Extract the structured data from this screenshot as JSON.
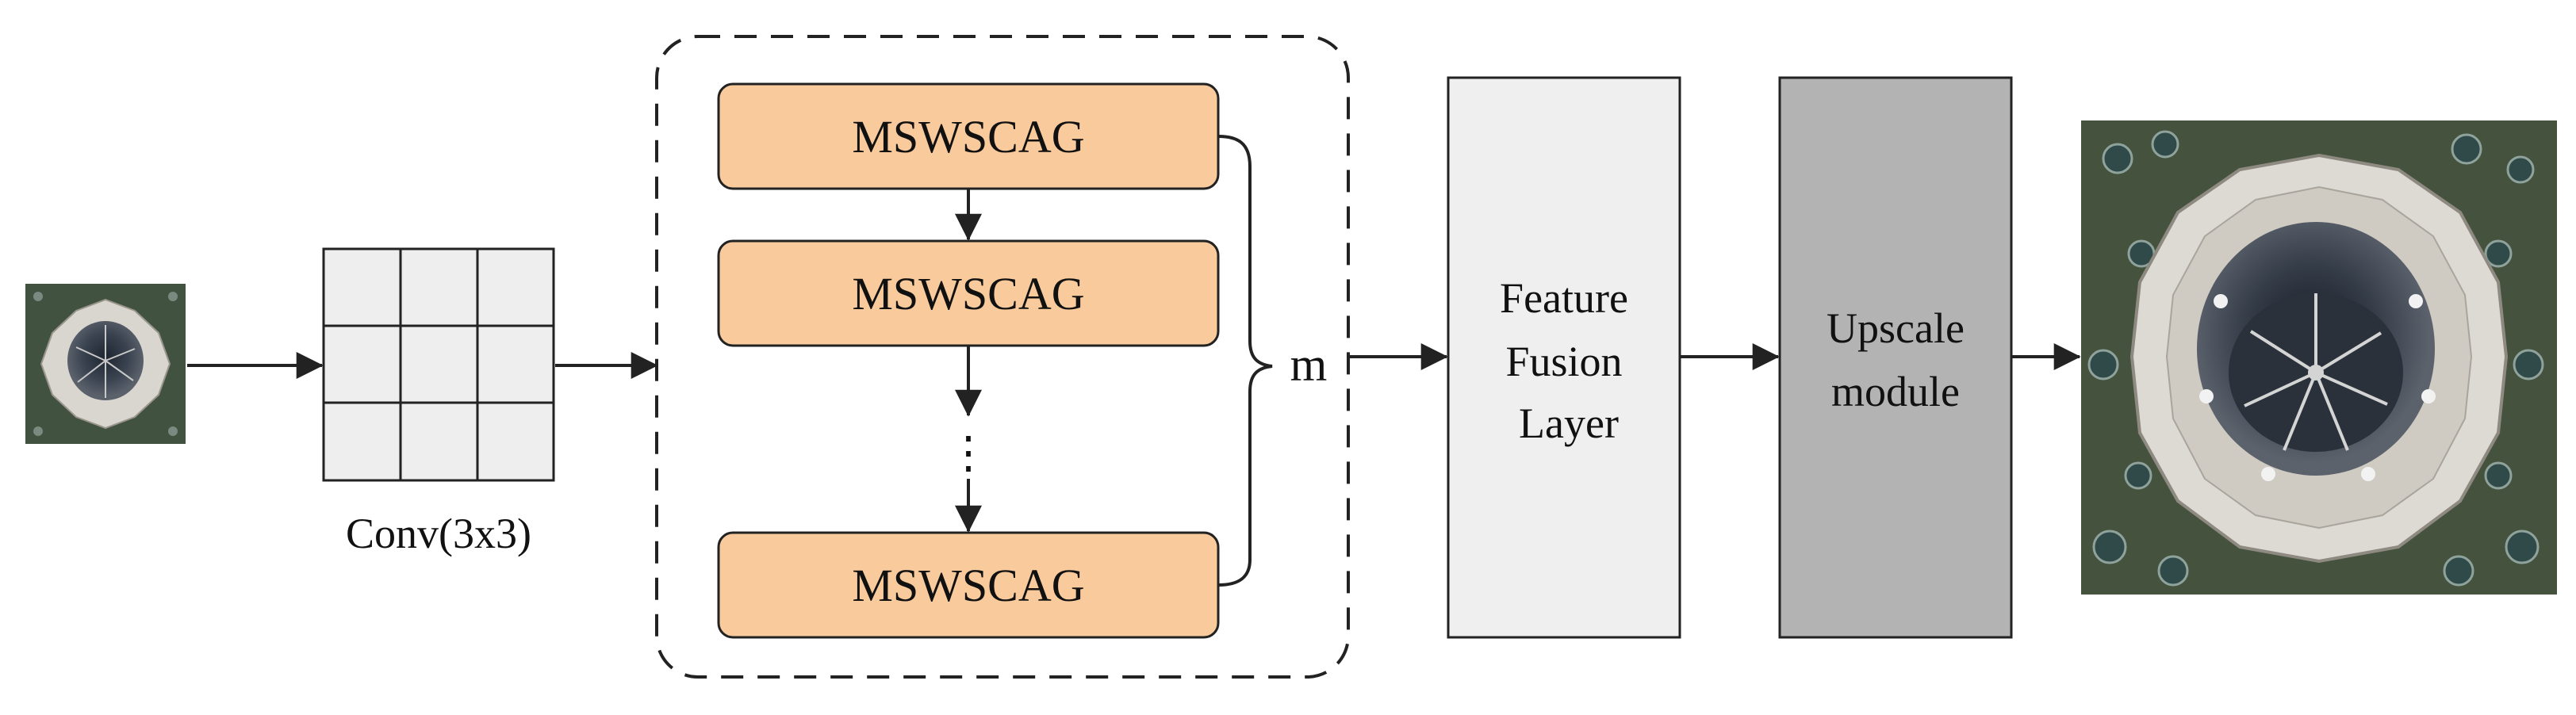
{
  "colors": {
    "stroke": "#222222",
    "block_fill": "#F9CB9C",
    "grid_fill": "#EEEEEE",
    "fusion_fill": "#EFEFEF",
    "upscale_fill": "#B3B3B3"
  },
  "conv": {
    "label": "Conv(3x3)"
  },
  "group": {
    "blocks": [
      "MSWSCAG",
      "MSWSCAG",
      "MSWSCAG"
    ],
    "ellipsis": "⋮",
    "repeat_label": "m"
  },
  "fusion": {
    "lines": [
      "Feature",
      "Fusion",
      "Layer"
    ]
  },
  "upscale": {
    "lines": [
      "Upscale",
      "module"
    ]
  }
}
